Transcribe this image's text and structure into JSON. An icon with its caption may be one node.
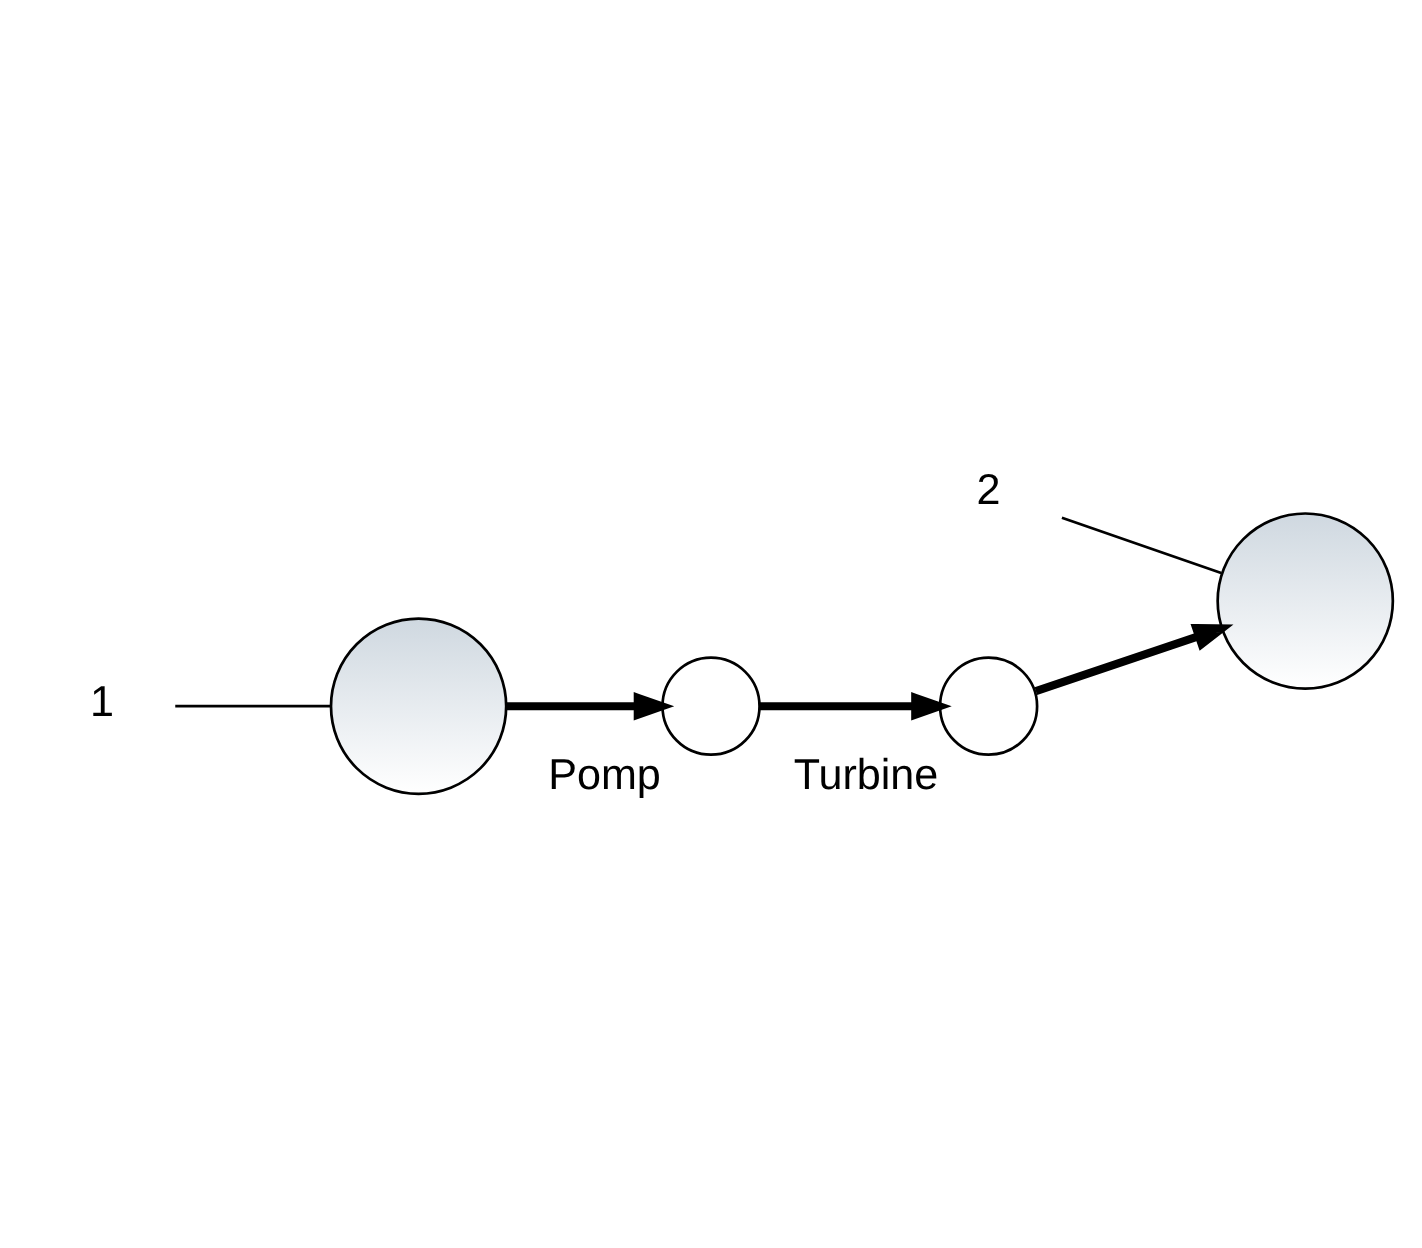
{
  "diagram": {
    "nodes": [
      {
        "text": [],
        "shape": "circle"
      },
      {
        "text": [
          "1"
        ]
      },
      {
        "text": [],
        "shape": "circle",
        "beside": [
          "Pomp"
        ]
      },
      {
        "text": [],
        "shape": "circle",
        "beside": [
          "Turbine"
        ]
      },
      {
        "text": [],
        "shape": "circle"
      },
      {
        "text": [
          "2"
        ]
      }
    ],
    "edges": [
      {
        "from": 0,
        "to": 2,
        "arrow": "to"
      },
      {
        "from": 2,
        "to": 3,
        "arrow": "to"
      },
      {
        "from": 3,
        "to": 4,
        "arrow": "to"
      },
      {
        "from": 1,
        "to": 0,
        "arrow": "none"
      },
      {
        "from": 5,
        "to": 4,
        "arrow": "none"
      }
    ]
  }
}
